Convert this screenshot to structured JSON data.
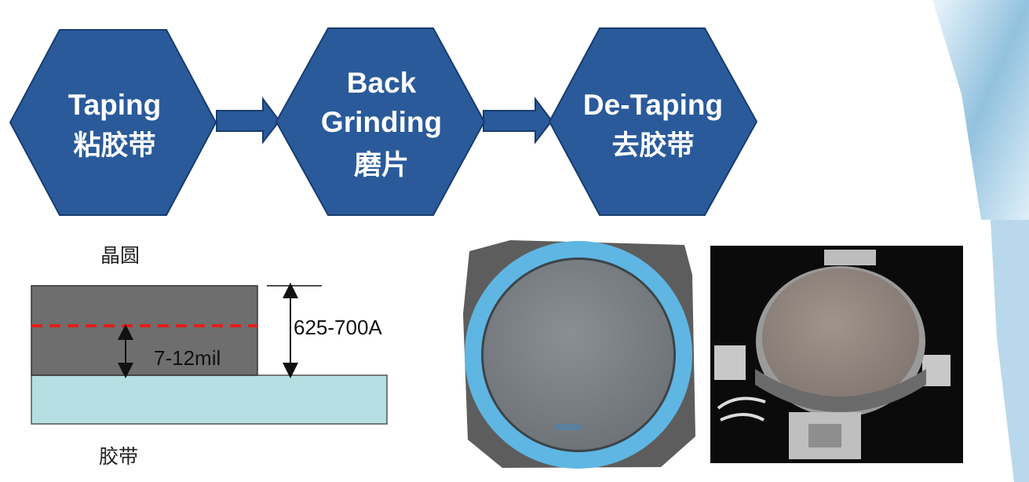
{
  "flow": {
    "steps": [
      {
        "line1": "Taping",
        "line2": "粘胶带"
      },
      {
        "line1": "Back",
        "line2": "Grinding",
        "line3": "磨片"
      },
      {
        "line1": "De-Taping",
        "line2": "去胶带"
      }
    ]
  },
  "diagram": {
    "wafer_label": "晶圆",
    "tape_label": "胶带",
    "total_thickness": "625-700A",
    "final_thickness": "7-12mil"
  },
  "colors": {
    "hexagon": "#2a5a9a",
    "hexagon_border": "#173c6e",
    "wafer": "#6e6e6e",
    "tape": "#b5dfe3",
    "cut_line": "#e0201a",
    "frame_ring": "#5fb6e2",
    "frame": "#5d5d5d"
  }
}
